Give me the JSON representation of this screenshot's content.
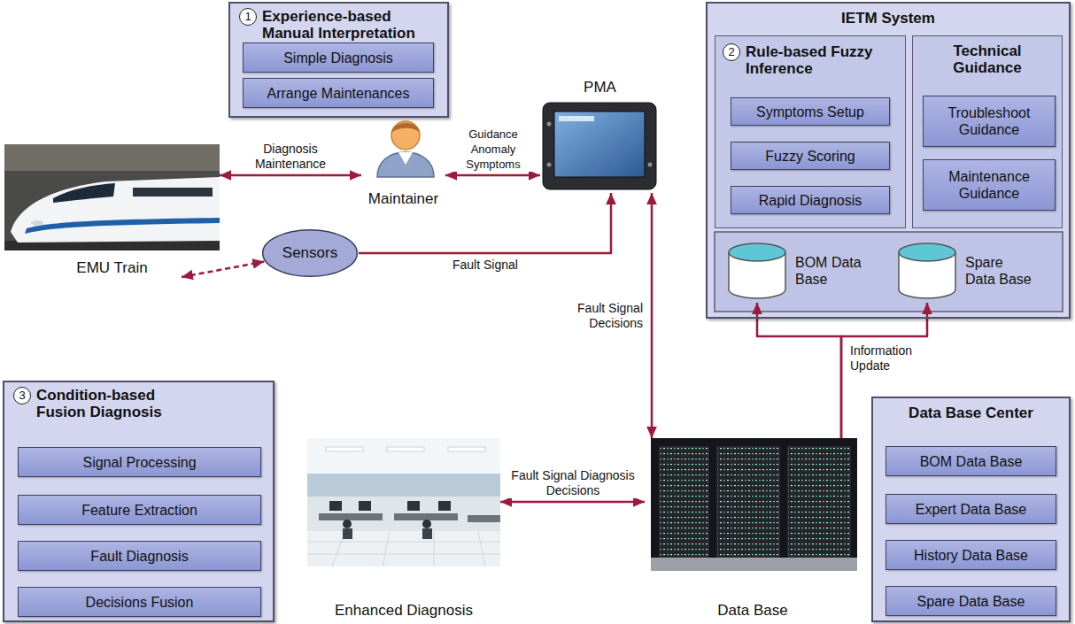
{
  "diagram": {
    "nodes": [
      {
        "text": [
          "1",
          "Experience-based Manual Interpretation"
        ]
      },
      {
        "text": [
          "Simple Diagnosis"
        ],
        "in": 0
      },
      {
        "text": [
          "Arrange Maintenances"
        ],
        "in": 0
      },
      {
        "text": [
          "PMA"
        ]
      },
      {
        "text": [
          "IETM System"
        ]
      },
      {
        "text": [
          "2",
          "Rule-based Fuzzy Inference"
        ],
        "in": 4
      },
      {
        "text": [
          "Symptoms Setup"
        ],
        "in": 5
      },
      {
        "text": [
          "Fuzzy Scoring"
        ],
        "in": 5
      },
      {
        "text": [
          "Rapid Diagnosis"
        ],
        "in": 5
      },
      {
        "text": [
          "Technical Guidance"
        ],
        "in": 4
      },
      {
        "text": [
          "Troubleshoot Guidance"
        ],
        "in": 9
      },
      {
        "text": [
          "Maintenance Guidance"
        ],
        "in": 9
      },
      {
        "text": [
          "EMU Train"
        ]
      },
      {
        "text": [
          "Maintainer"
        ]
      },
      {
        "text": [
          "BOM Data Base"
        ],
        "in": 4
      },
      {
        "text": [
          "Spare Data Base"
        ],
        "in": 4
      },
      {
        "text": [
          "Sensors"
        ]
      },
      {
        "text": [
          "3",
          "Condition-based Fusion Diagnosis"
        ]
      },
      {
        "text": [
          "Signal Processing"
        ],
        "in": 17
      },
      {
        "text": [
          "Feature Extraction"
        ],
        "in": 17
      },
      {
        "text": [
          "Fault Diagnosis"
        ],
        "in": 17
      },
      {
        "text": [
          "Decisions Fusion"
        ],
        "in": 17
      },
      {
        "text": [
          "Enhanced Diagnosis"
        ]
      },
      {
        "text": [
          "Data Base"
        ]
      },
      {
        "text": [
          "Data Base Center"
        ]
      },
      {
        "text": [
          "BOM Data Base"
        ],
        "in": 24
      },
      {
        "text": [
          "Expert Data Base"
        ],
        "in": 24
      },
      {
        "text": [
          "History Data Base"
        ],
        "in": 24
      },
      {
        "text": [
          "Spare Data Base"
        ],
        "in": 24
      }
    ],
    "edges": [
      {
        "from": 12,
        "to": 13,
        "arrow": "both",
        "label": "Diagnosis Maintenance"
      },
      {
        "from": 13,
        "to": 3,
        "arrow": "both",
        "label": "Guidance Anomaly Symptoms"
      },
      {
        "from": 12,
        "to": 16,
        "arrow": "both"
      },
      {
        "from": 16,
        "to": 3,
        "arrow": "to",
        "label": "Fault Signal"
      },
      {
        "from": 3,
        "to": 23,
        "arrow": "both",
        "label": "Fault Signal Decisions"
      },
      {
        "from": 22,
        "to": 23,
        "arrow": "both",
        "label": "Fault Signal Diagnosis Decisions"
      },
      {
        "from": 23,
        "to": 14,
        "arrow": "to",
        "label": "Information Update"
      },
      {
        "from": 23,
        "to": 15,
        "arrow": "to"
      }
    ]
  }
}
